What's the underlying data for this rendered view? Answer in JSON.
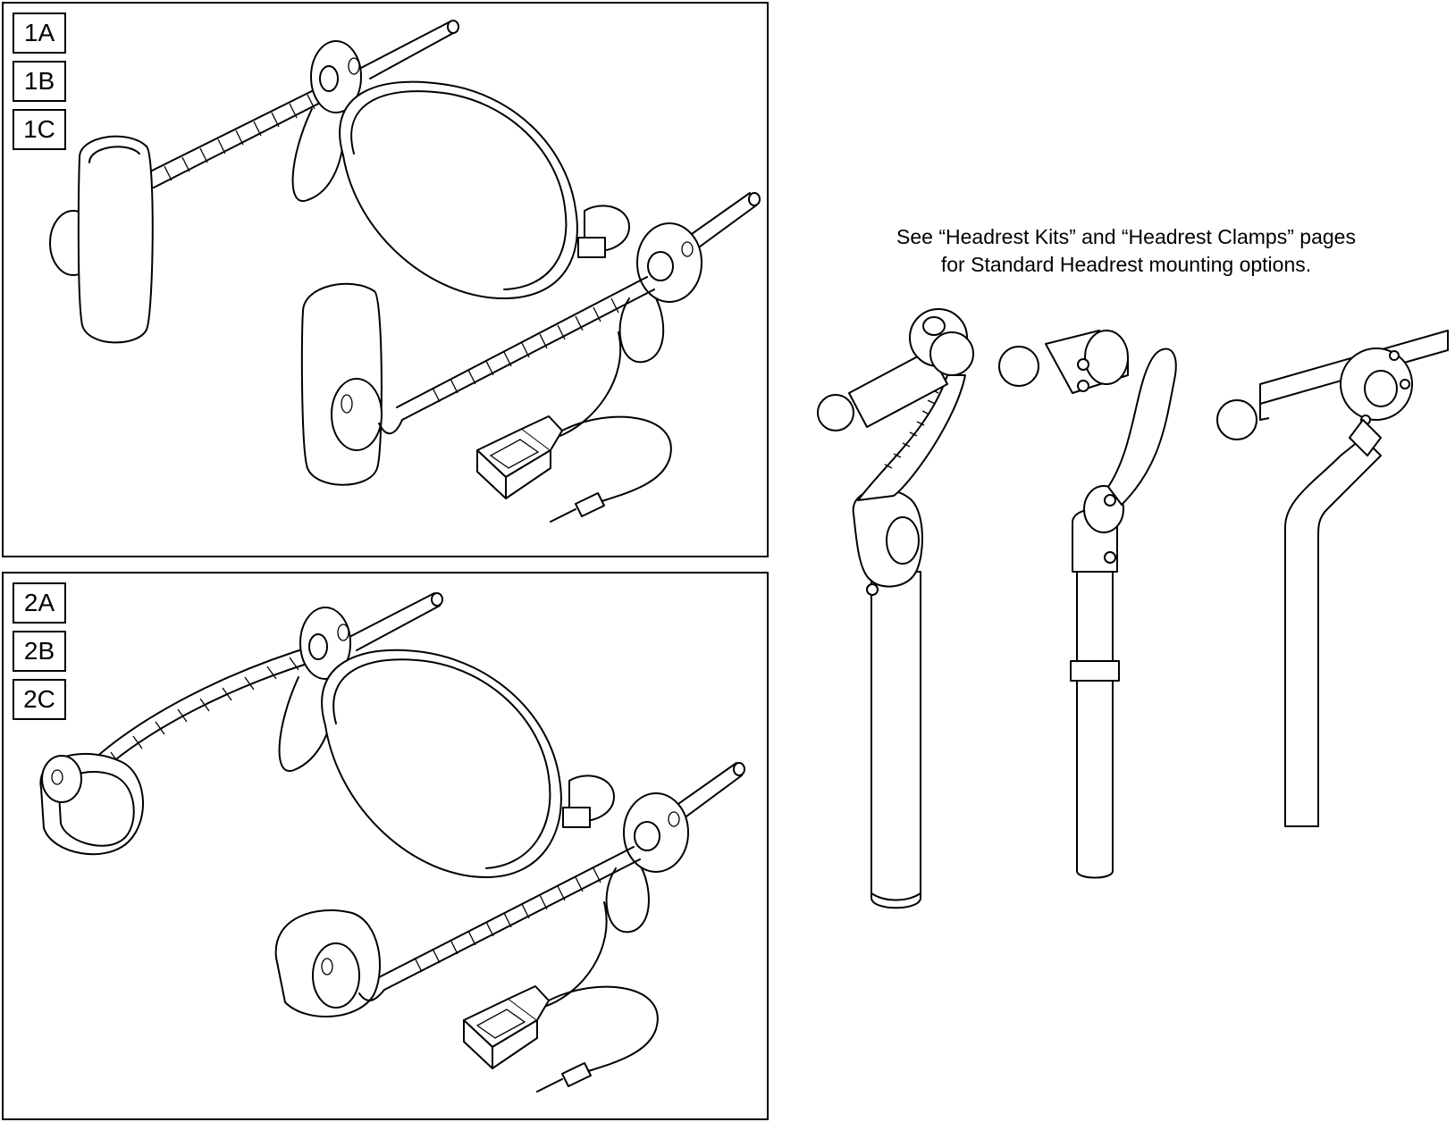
{
  "panel_top": {
    "labels": [
      "1A",
      "1B",
      "1C"
    ]
  },
  "panel_bottom": {
    "labels": [
      "2A",
      "2B",
      "2C"
    ]
  },
  "note": {
    "line1": "See “Headrest Kits” and “Headrest Clamps” pages",
    "line2": "for Standard Headrest mounting options."
  },
  "icons": [
    "headrest-pad-icon",
    "side-pad-icon",
    "flex-arm-icon",
    "db9-connector-icon",
    "audio-jack-icon",
    "mounting-hardware-icon"
  ]
}
